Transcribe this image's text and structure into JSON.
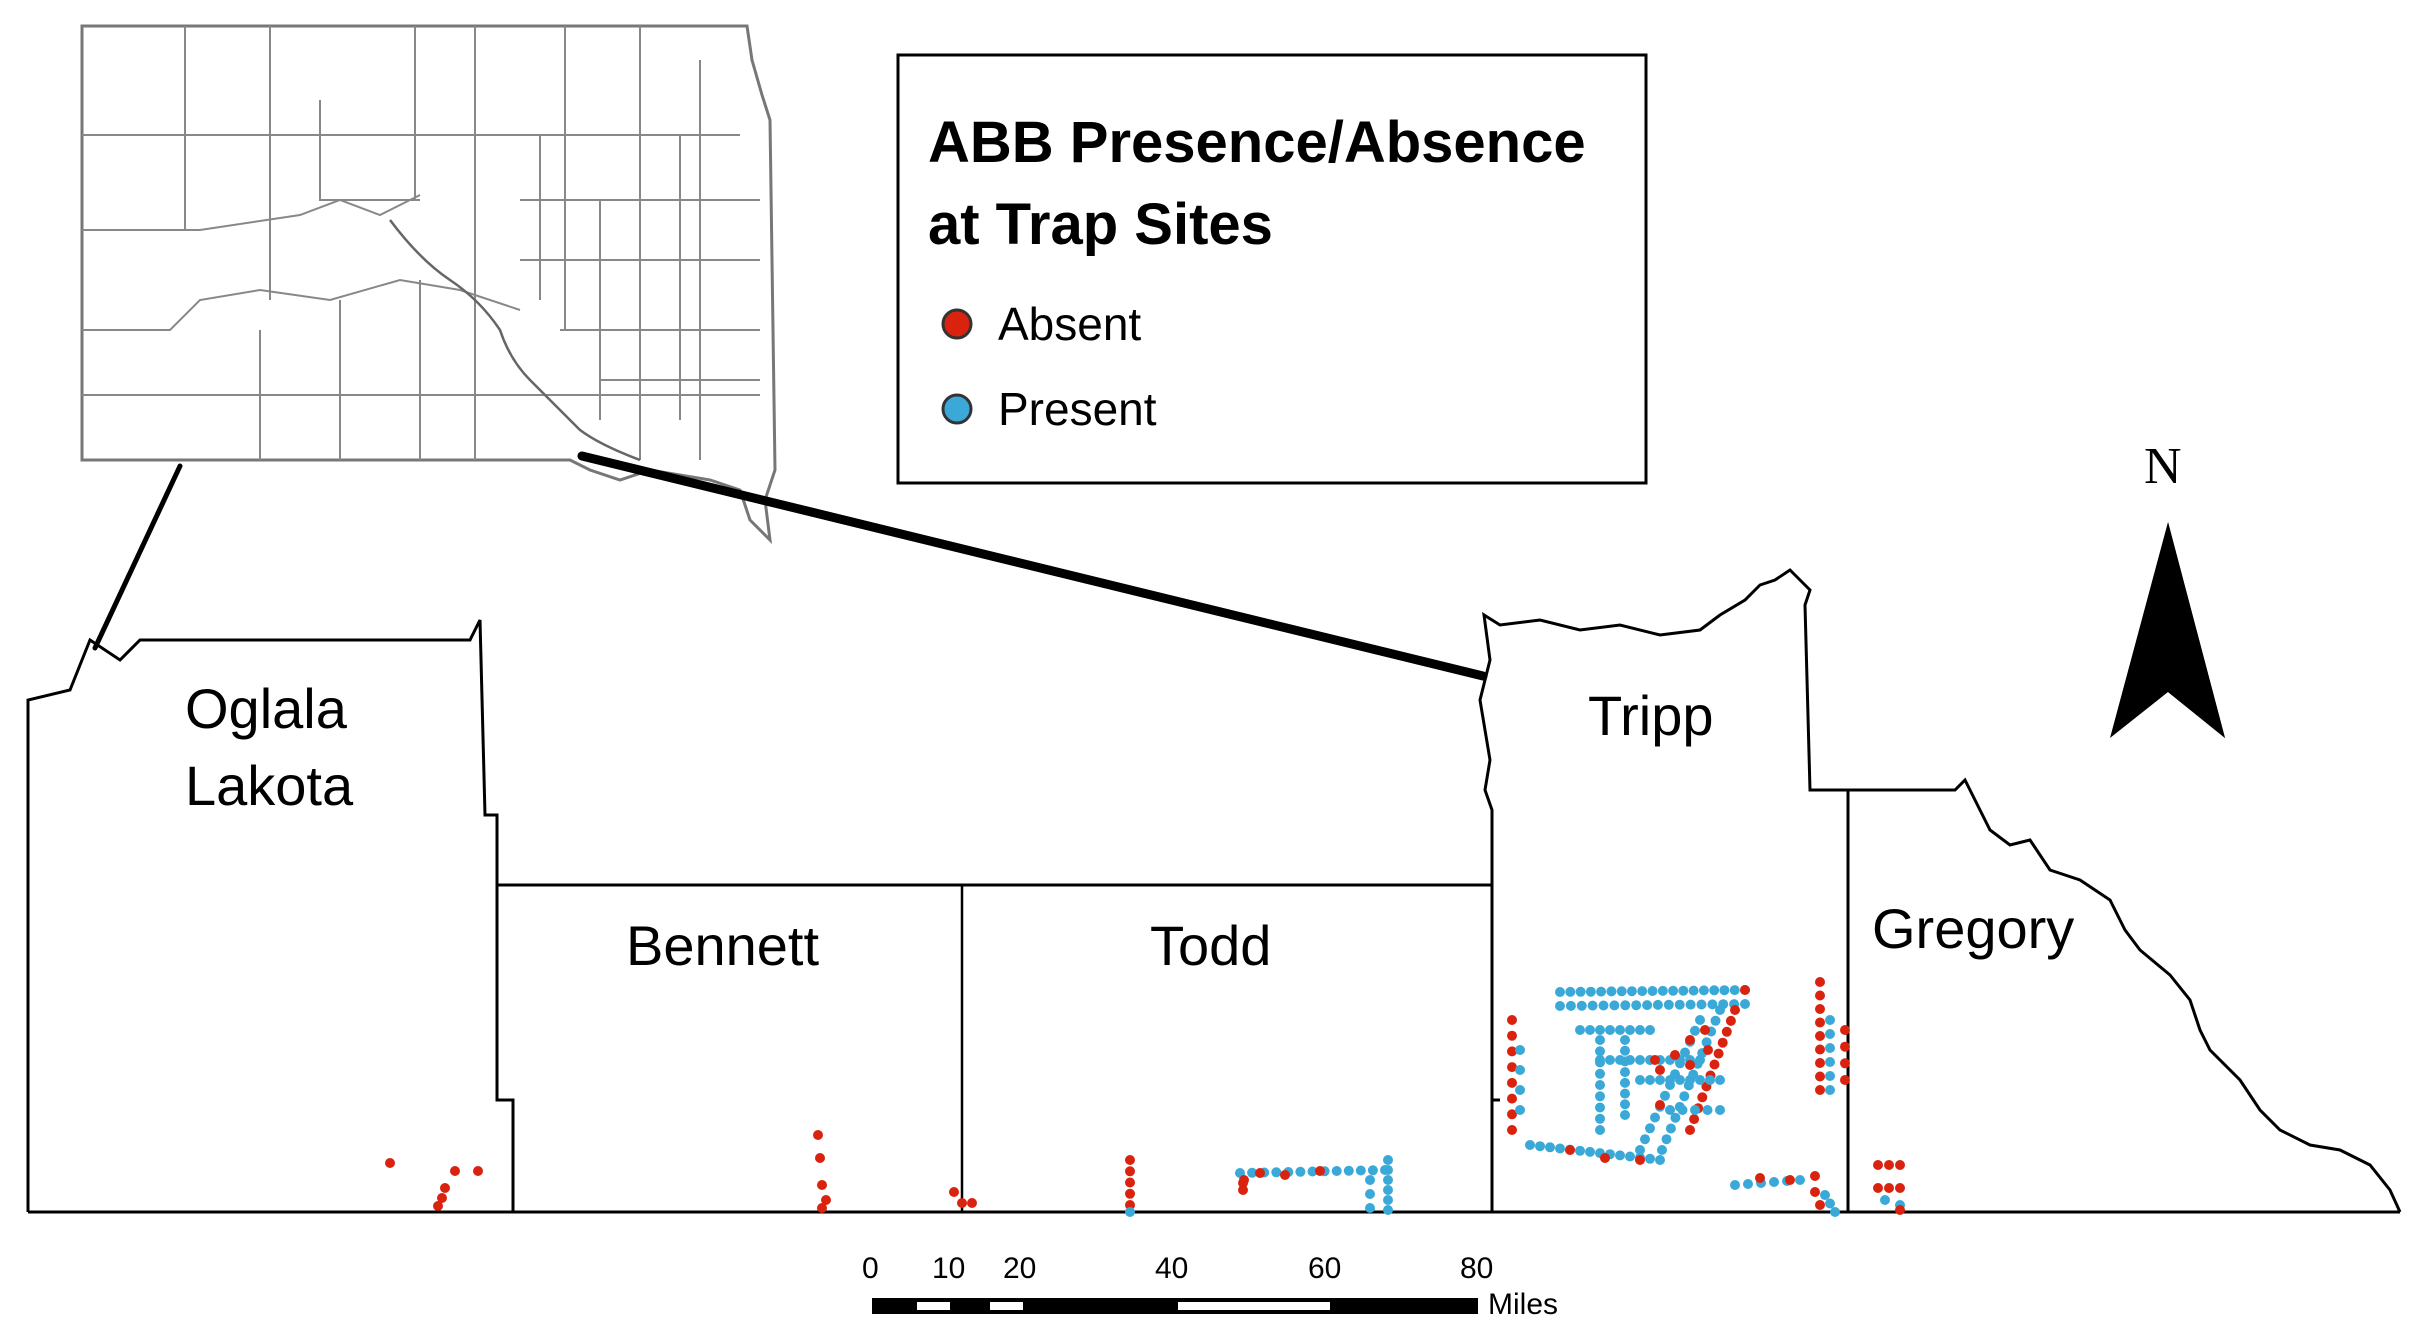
{
  "legend": {
    "title_line1": "ABB Presence/Absence",
    "title_line2": "at Trap Sites",
    "items": [
      {
        "label": "Absent",
        "color": "#d9230f"
      },
      {
        "label": "Present",
        "color": "#3aa9d8"
      }
    ]
  },
  "counties": {
    "oglala_line1": "Oglala",
    "oglala_line2": "Lakota",
    "bennett": "Bennett",
    "todd": "Todd",
    "tripp": "Tripp",
    "gregory": "Gregory"
  },
  "scale_bar": {
    "ticks": [
      "0",
      "10",
      "20",
      "40",
      "60",
      "80"
    ],
    "unit": "Miles"
  },
  "north_arrow": {
    "label": "N"
  },
  "colors": {
    "absent": "#d9230f",
    "present": "#3aa9d8",
    "outline": "#000000"
  }
}
